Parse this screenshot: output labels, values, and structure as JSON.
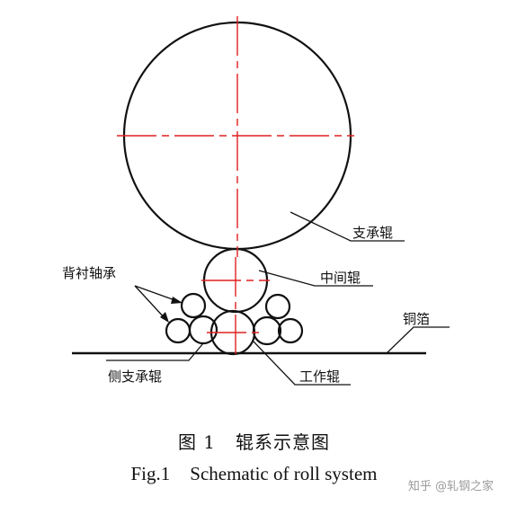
{
  "figure": {
    "labels": {
      "backup_roll": "支承辊",
      "intermediate_roll": "中间辊",
      "back_bearing": "背衬轴承",
      "copper_foil": "铜箔",
      "side_support_roll": "侧支承辊",
      "work_roll": "工作辊"
    },
    "caption_cn": {
      "number": "图 1",
      "text": "辊系示意图"
    },
    "caption_en": {
      "number": "Fig.1",
      "text": "Schematic of roll system"
    },
    "watermark": "知乎 @轧钢之家",
    "colors": {
      "centerline": "#e02020",
      "stroke": "#111111"
    }
  }
}
